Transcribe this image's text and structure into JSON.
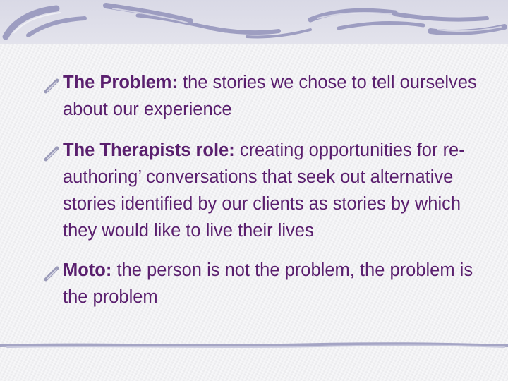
{
  "bullets": [
    {
      "term": "The Problem:",
      "text": " the stories we chose to tell ourselves about our experience"
    },
    {
      "term": "The Therapists role:",
      "text": " creating opportunities for  re-authoring’  conversations that seek out alternative stories identified by our clients as stories by which they would like to live their lives"
    },
    {
      "term": "Moto:",
      "text": " the person is not the problem, the problem is the problem"
    }
  ],
  "colors": {
    "text": "#5a1f6e",
    "background": "#f2f2f5",
    "band": "#d9d9e6",
    "stroke": "#8a8ab3"
  },
  "icons": {
    "bullet": "diagonal-stroke-bullet-icon"
  }
}
